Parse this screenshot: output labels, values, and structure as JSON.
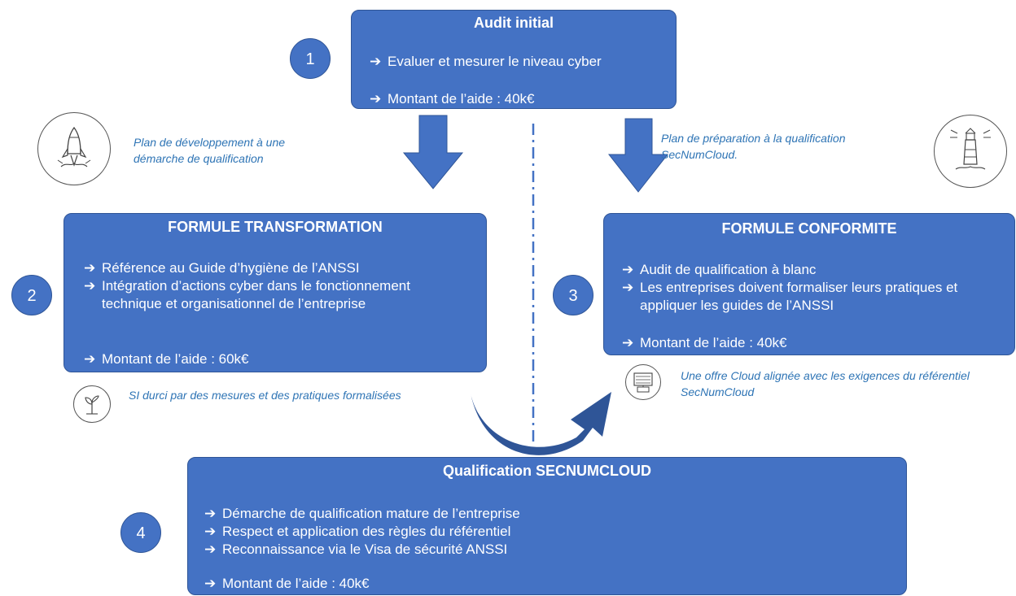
{
  "step1": {
    "number": "1",
    "title": "Audit initial",
    "items": [
      "Evaluer et mesurer le niveau cyber",
      "Montant de l’aide : 40k€"
    ]
  },
  "note_left": {
    "text": "Plan de développement à une démarche de qualification",
    "icon": "rocket-icon"
  },
  "note_right": {
    "text": "Plan de préparation à la qualification SecNumCloud.",
    "icon": "lighthouse-icon"
  },
  "step2": {
    "number": "2",
    "title": "FORMULE TRANSFORMATION",
    "items": [
      "Référence au Guide d’hygiène de l’ANSSI",
      "Intégration d’actions cyber dans le fonctionnement technique et organisationnel de l’entreprise",
      "Montant de l’aide : 60k€"
    ],
    "note": "SI durci par des mesures et des pratiques formalisées",
    "note_icon": "sprout-icon"
  },
  "step3": {
    "number": "3",
    "title": "FORMULE CONFORMITE",
    "items": [
      "Audit de qualification à blanc",
      "Les entreprises doivent formaliser leurs pratiques et appliquer les guides de l’ANSSI",
      "Montant de l’aide : 40k€"
    ],
    "note": "Une offre Cloud alignée avec les exigences du référentiel SecNumCloud",
    "note_icon": "cloud-server-icon"
  },
  "step4": {
    "number": "4",
    "title": "Qualification SECNUMCLOUD",
    "items": [
      "Démarche de qualification mature de l’entreprise",
      "Respect et application des règles du référentiel",
      "Reconnaissance via le Visa de sécurité ANSSI",
      "Montant de l’aide : 40k€"
    ]
  },
  "colors": {
    "box": "#4472C4",
    "border": "#2F5597",
    "note": "#2E74B5"
  }
}
